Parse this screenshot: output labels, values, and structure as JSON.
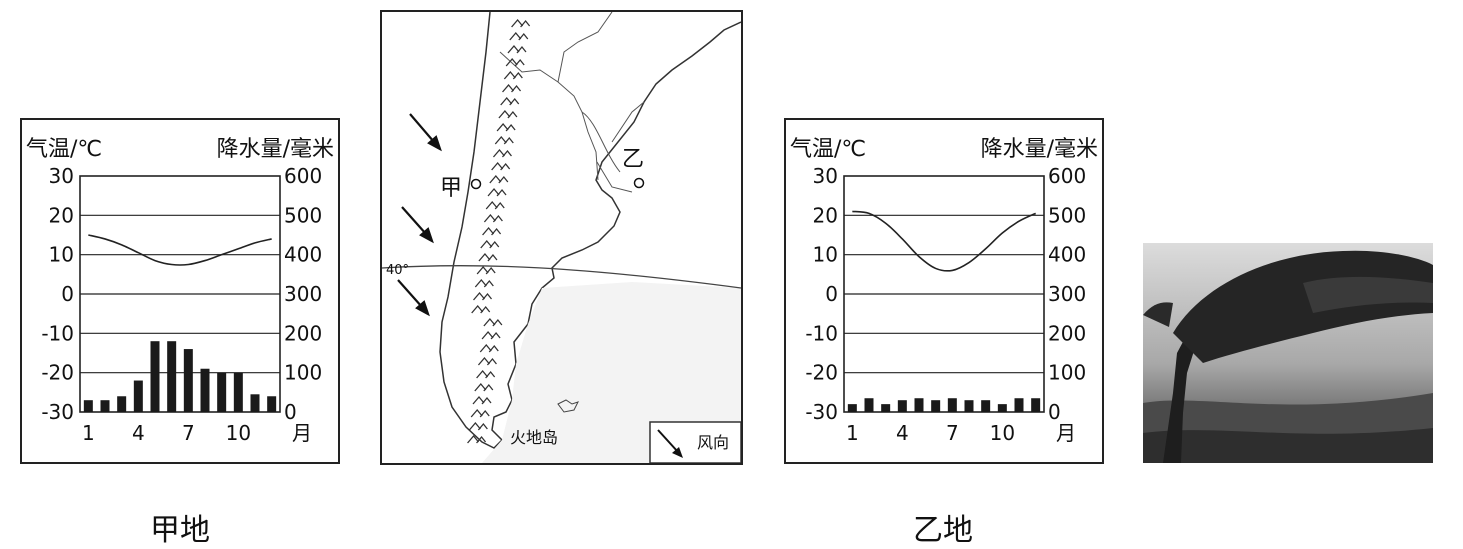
{
  "captions": {
    "jia": "甲地",
    "yi": "乙地"
  },
  "map": {
    "point_jia": "甲",
    "point_yi": "乙",
    "latitude": "40°",
    "island": "火地岛",
    "legend_wind": "风向"
  },
  "chart_data": [
    {
      "type": "line+bar",
      "location": "甲地",
      "y_left_label": "气温/℃",
      "y_right_label": "降水量/毫米",
      "x_unit": "月",
      "x_ticks": [
        "1",
        "4",
        "7",
        "10"
      ],
      "y_left_ticks": [
        "30",
        "20",
        "10",
        "0",
        "-10",
        "-20",
        "-30"
      ],
      "y_right_ticks": [
        "600",
        "500",
        "400",
        "300",
        "200",
        "100",
        "0"
      ],
      "ylim_temp": [
        -30,
        30
      ],
      "ylim_precip": [
        0,
        600
      ],
      "months": [
        1,
        2,
        3,
        4,
        5,
        6,
        7,
        8,
        9,
        10,
        11,
        12
      ],
      "temperature": [
        15,
        14,
        12.5,
        10.5,
        8.5,
        7.5,
        7.5,
        8.5,
        10,
        11.5,
        13,
        14
      ],
      "precipitation": [
        30,
        30,
        40,
        80,
        180,
        180,
        160,
        110,
        100,
        100,
        45,
        40
      ],
      "grid": "horizontal"
    },
    {
      "type": "line+bar",
      "location": "乙地",
      "y_left_label": "气温/℃",
      "y_right_label": "降水量/毫米",
      "x_unit": "月",
      "x_ticks": [
        "1",
        "4",
        "7",
        "10"
      ],
      "y_left_ticks": [
        "30",
        "20",
        "10",
        "0",
        "-10",
        "-20",
        "-30"
      ],
      "y_right_ticks": [
        "600",
        "500",
        "400",
        "300",
        "200",
        "100",
        "0"
      ],
      "ylim_temp": [
        -30,
        30
      ],
      "ylim_precip": [
        0,
        600
      ],
      "months": [
        1,
        2,
        3,
        4,
        5,
        6,
        7,
        8,
        9,
        10,
        11,
        12
      ],
      "temperature": [
        21,
        20.5,
        18,
        14,
        9.5,
        6.5,
        6,
        8,
        11.5,
        15.5,
        18.5,
        20.5
      ],
      "precipitation": [
        20,
        35,
        20,
        30,
        35,
        30,
        35,
        30,
        30,
        20,
        35,
        35
      ],
      "grid": "horizontal"
    }
  ]
}
